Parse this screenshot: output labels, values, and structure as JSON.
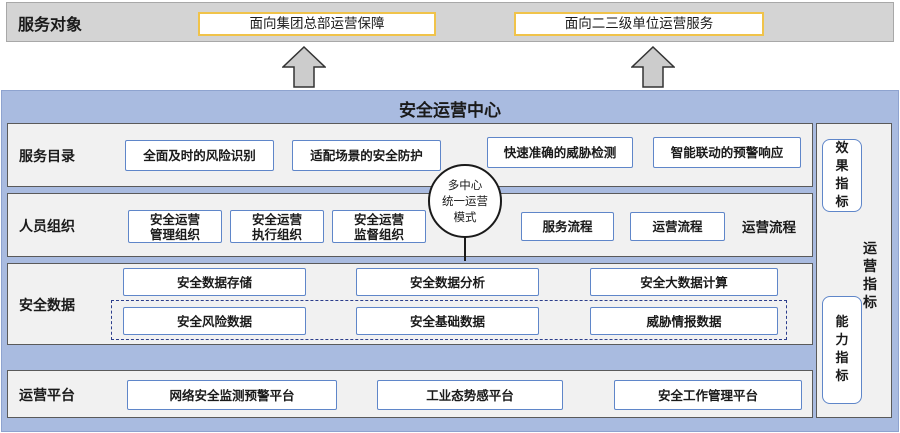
{
  "top": {
    "title": "服务对象",
    "targets": [
      "面向集团总部运营保障",
      "面向二三级单位运营服务"
    ]
  },
  "center": {
    "title": "安全运营中心",
    "hub_lines": [
      "多中心",
      "统一运营",
      "模式"
    ]
  },
  "service_catalog": {
    "label": "服务目录",
    "items": [
      "全面及时的风险识别",
      "适配场景的安全防护",
      "快速准确的威胁检测",
      "智能联动的预警响应"
    ]
  },
  "personnel": {
    "label": "人员组织",
    "orgs": [
      [
        "安全运营",
        "管理组织"
      ],
      [
        "安全运营",
        "执行组织"
      ],
      [
        "安全运营",
        "监督组织"
      ]
    ],
    "processes": [
      "服务流程",
      "运营流程"
    ],
    "process_label": "运营流程"
  },
  "security_data": {
    "label": "安全数据",
    "row1": [
      "安全数据存储",
      "安全数据分析",
      "安全大数据计算"
    ],
    "row2": [
      "安全风险数据",
      "安全基础数据",
      "威胁情报数据"
    ]
  },
  "platform": {
    "label": "运营平台",
    "items": [
      "网络安全监测预警平台",
      "工业态势感平台",
      "安全工作管理平台"
    ]
  },
  "indicators": {
    "label_chars": [
      "运",
      "营",
      "指",
      "标"
    ],
    "effect_chars": [
      "效",
      "果",
      "指",
      "标"
    ],
    "capability_chars": [
      "能",
      "力",
      "指",
      "标"
    ]
  },
  "colors": {
    "main_bg": "#a9bbe0",
    "box_border": "#5f86c9",
    "top_box_border": "#f0c34a",
    "arrow_fill": "#cccccc"
  }
}
